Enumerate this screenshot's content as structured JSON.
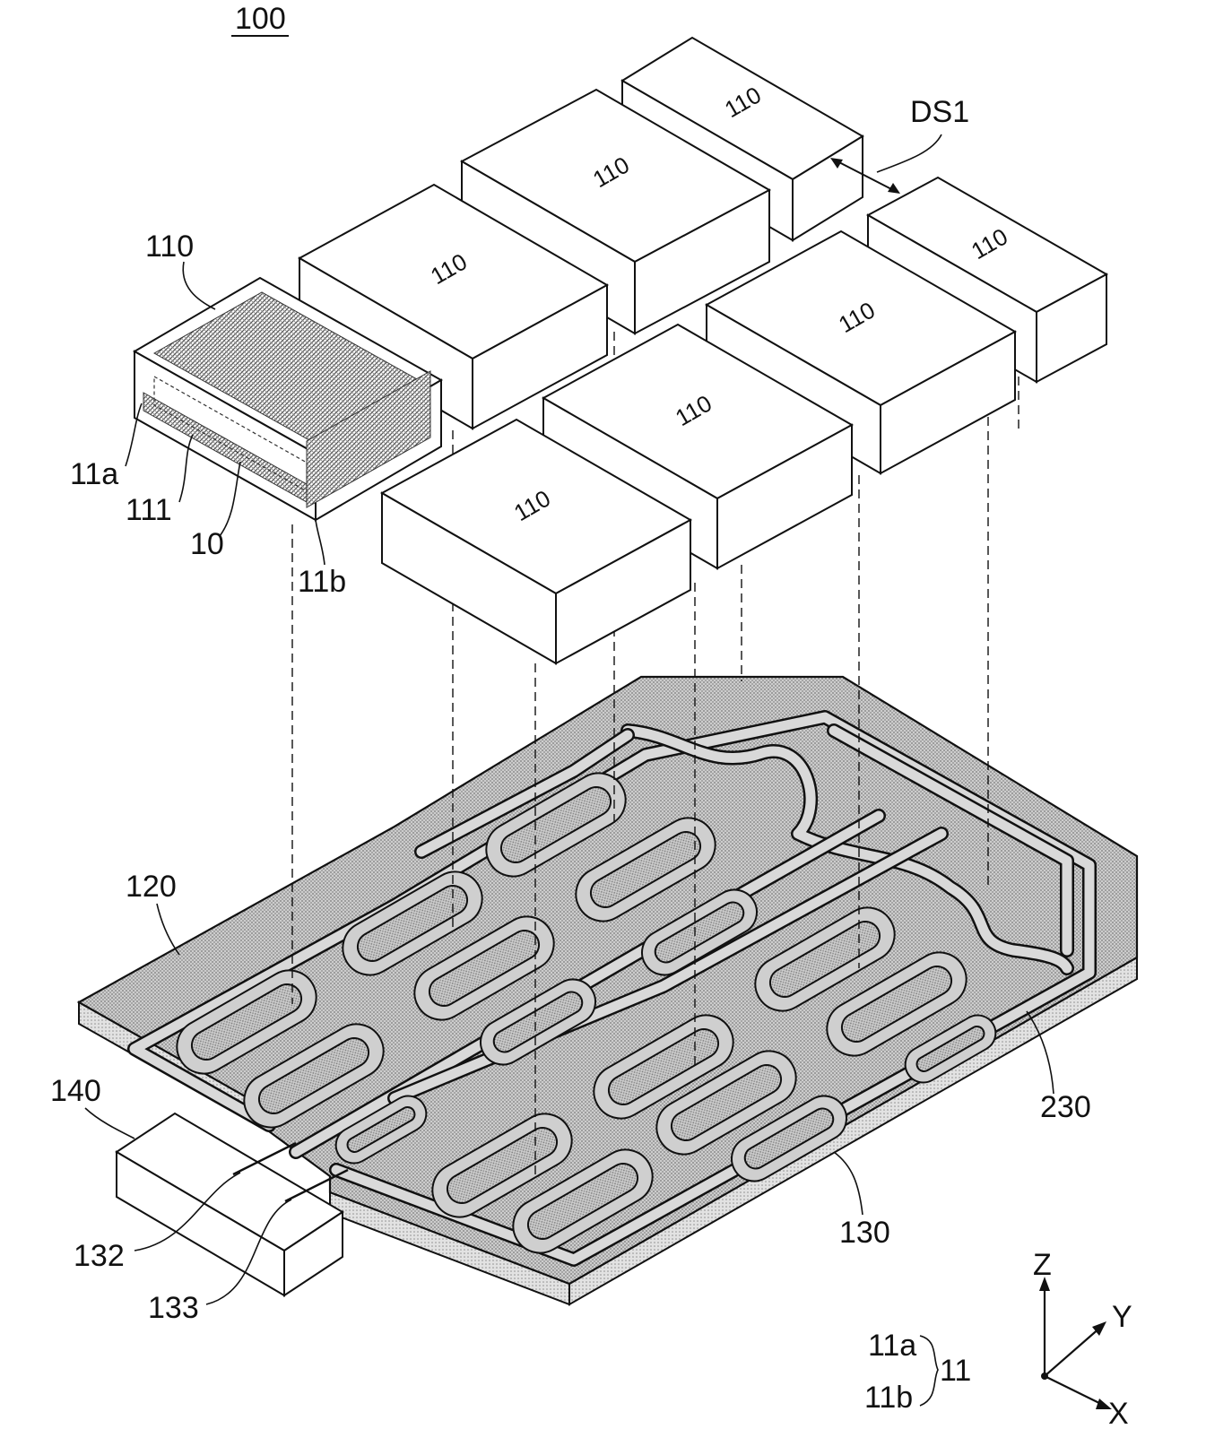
{
  "figure_ref": "100",
  "labels": {
    "cell_module": "110",
    "cell_stack": "10",
    "case": "111",
    "face_a": "11a",
    "face_b": "11b",
    "spacing": "DS1",
    "cooling_plate": "120",
    "channel": "130",
    "manifold": "140",
    "inlet": "132",
    "outlet": "133",
    "boundary": "230"
  },
  "legend": {
    "face_a": "11a",
    "face_b": "11b",
    "group": "11"
  },
  "axes": {
    "z": "Z",
    "y": "Y",
    "x": "X"
  },
  "colors": {
    "line": "#111111",
    "plate": "#bdbdbd"
  }
}
